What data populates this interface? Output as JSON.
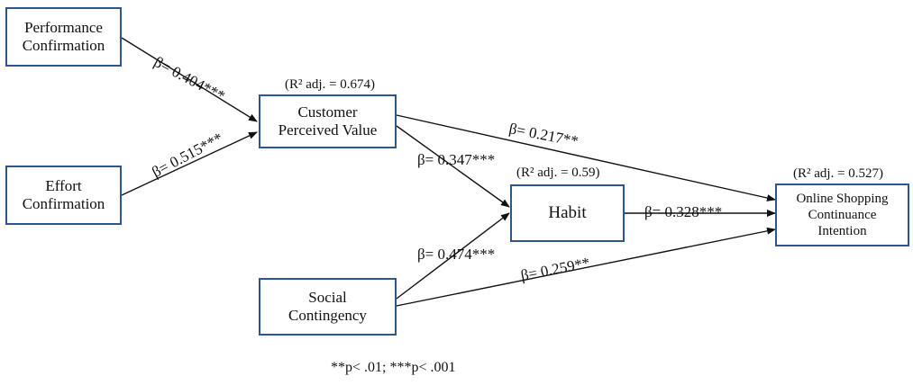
{
  "nodes": {
    "performance": {
      "line1": "Performance",
      "line2": "Confirmation"
    },
    "effort": {
      "line1": "Effort",
      "line2": "Confirmation"
    },
    "cpv": {
      "line1": "Customer",
      "line2": "Perceived Value",
      "r2": "(R² adj. = 0.674)"
    },
    "habit": {
      "line1": "Habit",
      "r2": "(R² adj. = 0.59)"
    },
    "social": {
      "line1": "Social",
      "line2": "Contingency"
    },
    "osci": {
      "line1": "Online Shopping",
      "line2": "Continuance",
      "line3": "Intention",
      "r2": "(R² adj. = 0.527)"
    }
  },
  "paths": {
    "perf_cpv": "β= 0.404***",
    "effort_cpv": "β= 0.515***",
    "cpv_habit": "β= 0.347***",
    "cpv_osci": "β= 0.217**",
    "social_habit": "β= 0.474***",
    "social_osci": "β= 0.259**",
    "habit_osci": "β= 0.328***"
  },
  "footnote": "**p< .01; ***p< .001",
  "colors": {
    "box_border": "#2b5597",
    "line": "#111111"
  }
}
